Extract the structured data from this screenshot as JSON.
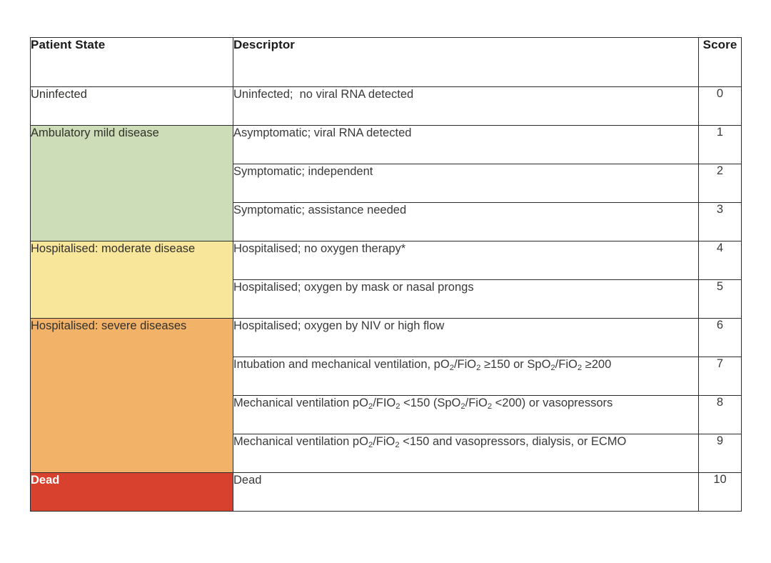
{
  "table": {
    "columns": [
      "Patient State",
      "Descriptor",
      "Score"
    ],
    "colors": {
      "uninfected_bg": "#ffffff",
      "ambulatory_bg": "#cdddb8",
      "moderate_bg": "#f8e79b",
      "severe_bg": "#f2b368",
      "dead_bg": "#d9412f",
      "dead_text": "#ffffff",
      "border": "#2c2c2c",
      "body_text": "#3a3a3a",
      "header_text": "#1b1b1b"
    },
    "groups": [
      {
        "state": "Uninfected",
        "bg": "#ffffff",
        "rows": [
          {
            "descriptor": "Uninfected;  no viral RNA detected",
            "score": "0"
          }
        ]
      },
      {
        "state": "Ambulatory mild disease",
        "bg": "#cdddb8",
        "rows": [
          {
            "descriptor": "Asymptomatic; viral RNA detected",
            "score": "1"
          },
          {
            "descriptor": "Symptomatic; independent",
            "score": "2"
          },
          {
            "descriptor": "Symptomatic; assistance needed",
            "score": "3"
          }
        ]
      },
      {
        "state": "Hospitalised: moderate disease",
        "bg": "#f8e79b",
        "rows": [
          {
            "descriptor": "Hospitalised; no oxygen therapy*",
            "score": "4"
          },
          {
            "descriptor": "Hospitalised; oxygen by mask or nasal prongs",
            "score": "5"
          }
        ]
      },
      {
        "state": "Hospitalised: severe diseases",
        "bg": "#f2b368",
        "rows": [
          {
            "descriptor": "Hospitalised; oxygen by NIV or high flow",
            "score": "6"
          },
          {
            "descriptor": "Intubation and mechanical ventilation, pO2/FiO2 ≥150 or SpO2/FiO2 ≥200",
            "parts": [
              {
                "t": "Intubation and mechanical ventilation, pO"
              },
              {
                "t": "2",
                "sub": true
              },
              {
                "t": "/FiO"
              },
              {
                "t": "2",
                "sub": true
              },
              {
                "t": " ≥150 or SpO"
              },
              {
                "t": "2",
                "sub": true
              },
              {
                "t": "/FiO"
              },
              {
                "t": "2",
                "sub": true
              },
              {
                "t": " ≥200"
              }
            ],
            "score": "7"
          },
          {
            "descriptor": "Mechanical ventilation pO2/FIO2 <150 (SpO2/FiO2 <200) or vasopressors",
            "parts": [
              {
                "t": "Mechanical ventilation pO"
              },
              {
                "t": "2",
                "sub": true
              },
              {
                "t": "/FIO"
              },
              {
                "t": "2",
                "sub": true
              },
              {
                "t": " <150 (SpO"
              },
              {
                "t": "2",
                "sub": true
              },
              {
                "t": "/FiO"
              },
              {
                "t": "2",
                "sub": true
              },
              {
                "t": " <200) or vasopressors"
              }
            ],
            "score": "8"
          },
          {
            "descriptor": "Mechanical ventilation pO2/FiO2 <150 and vasopressors, dialysis, or ECMO",
            "parts": [
              {
                "t": "Mechanical ventilation pO"
              },
              {
                "t": "2",
                "sub": true
              },
              {
                "t": "/FiO"
              },
              {
                "t": "2",
                "sub": true
              },
              {
                "t": " <150 and vasopressors, dialysis, or ECMO"
              }
            ],
            "score": "9"
          }
        ]
      },
      {
        "state": "Dead",
        "bg": "#d9412f",
        "state_text_color": "#ffffff",
        "state_bold": true,
        "rows": [
          {
            "descriptor": "Dead",
            "score": "10"
          }
        ]
      }
    ]
  }
}
